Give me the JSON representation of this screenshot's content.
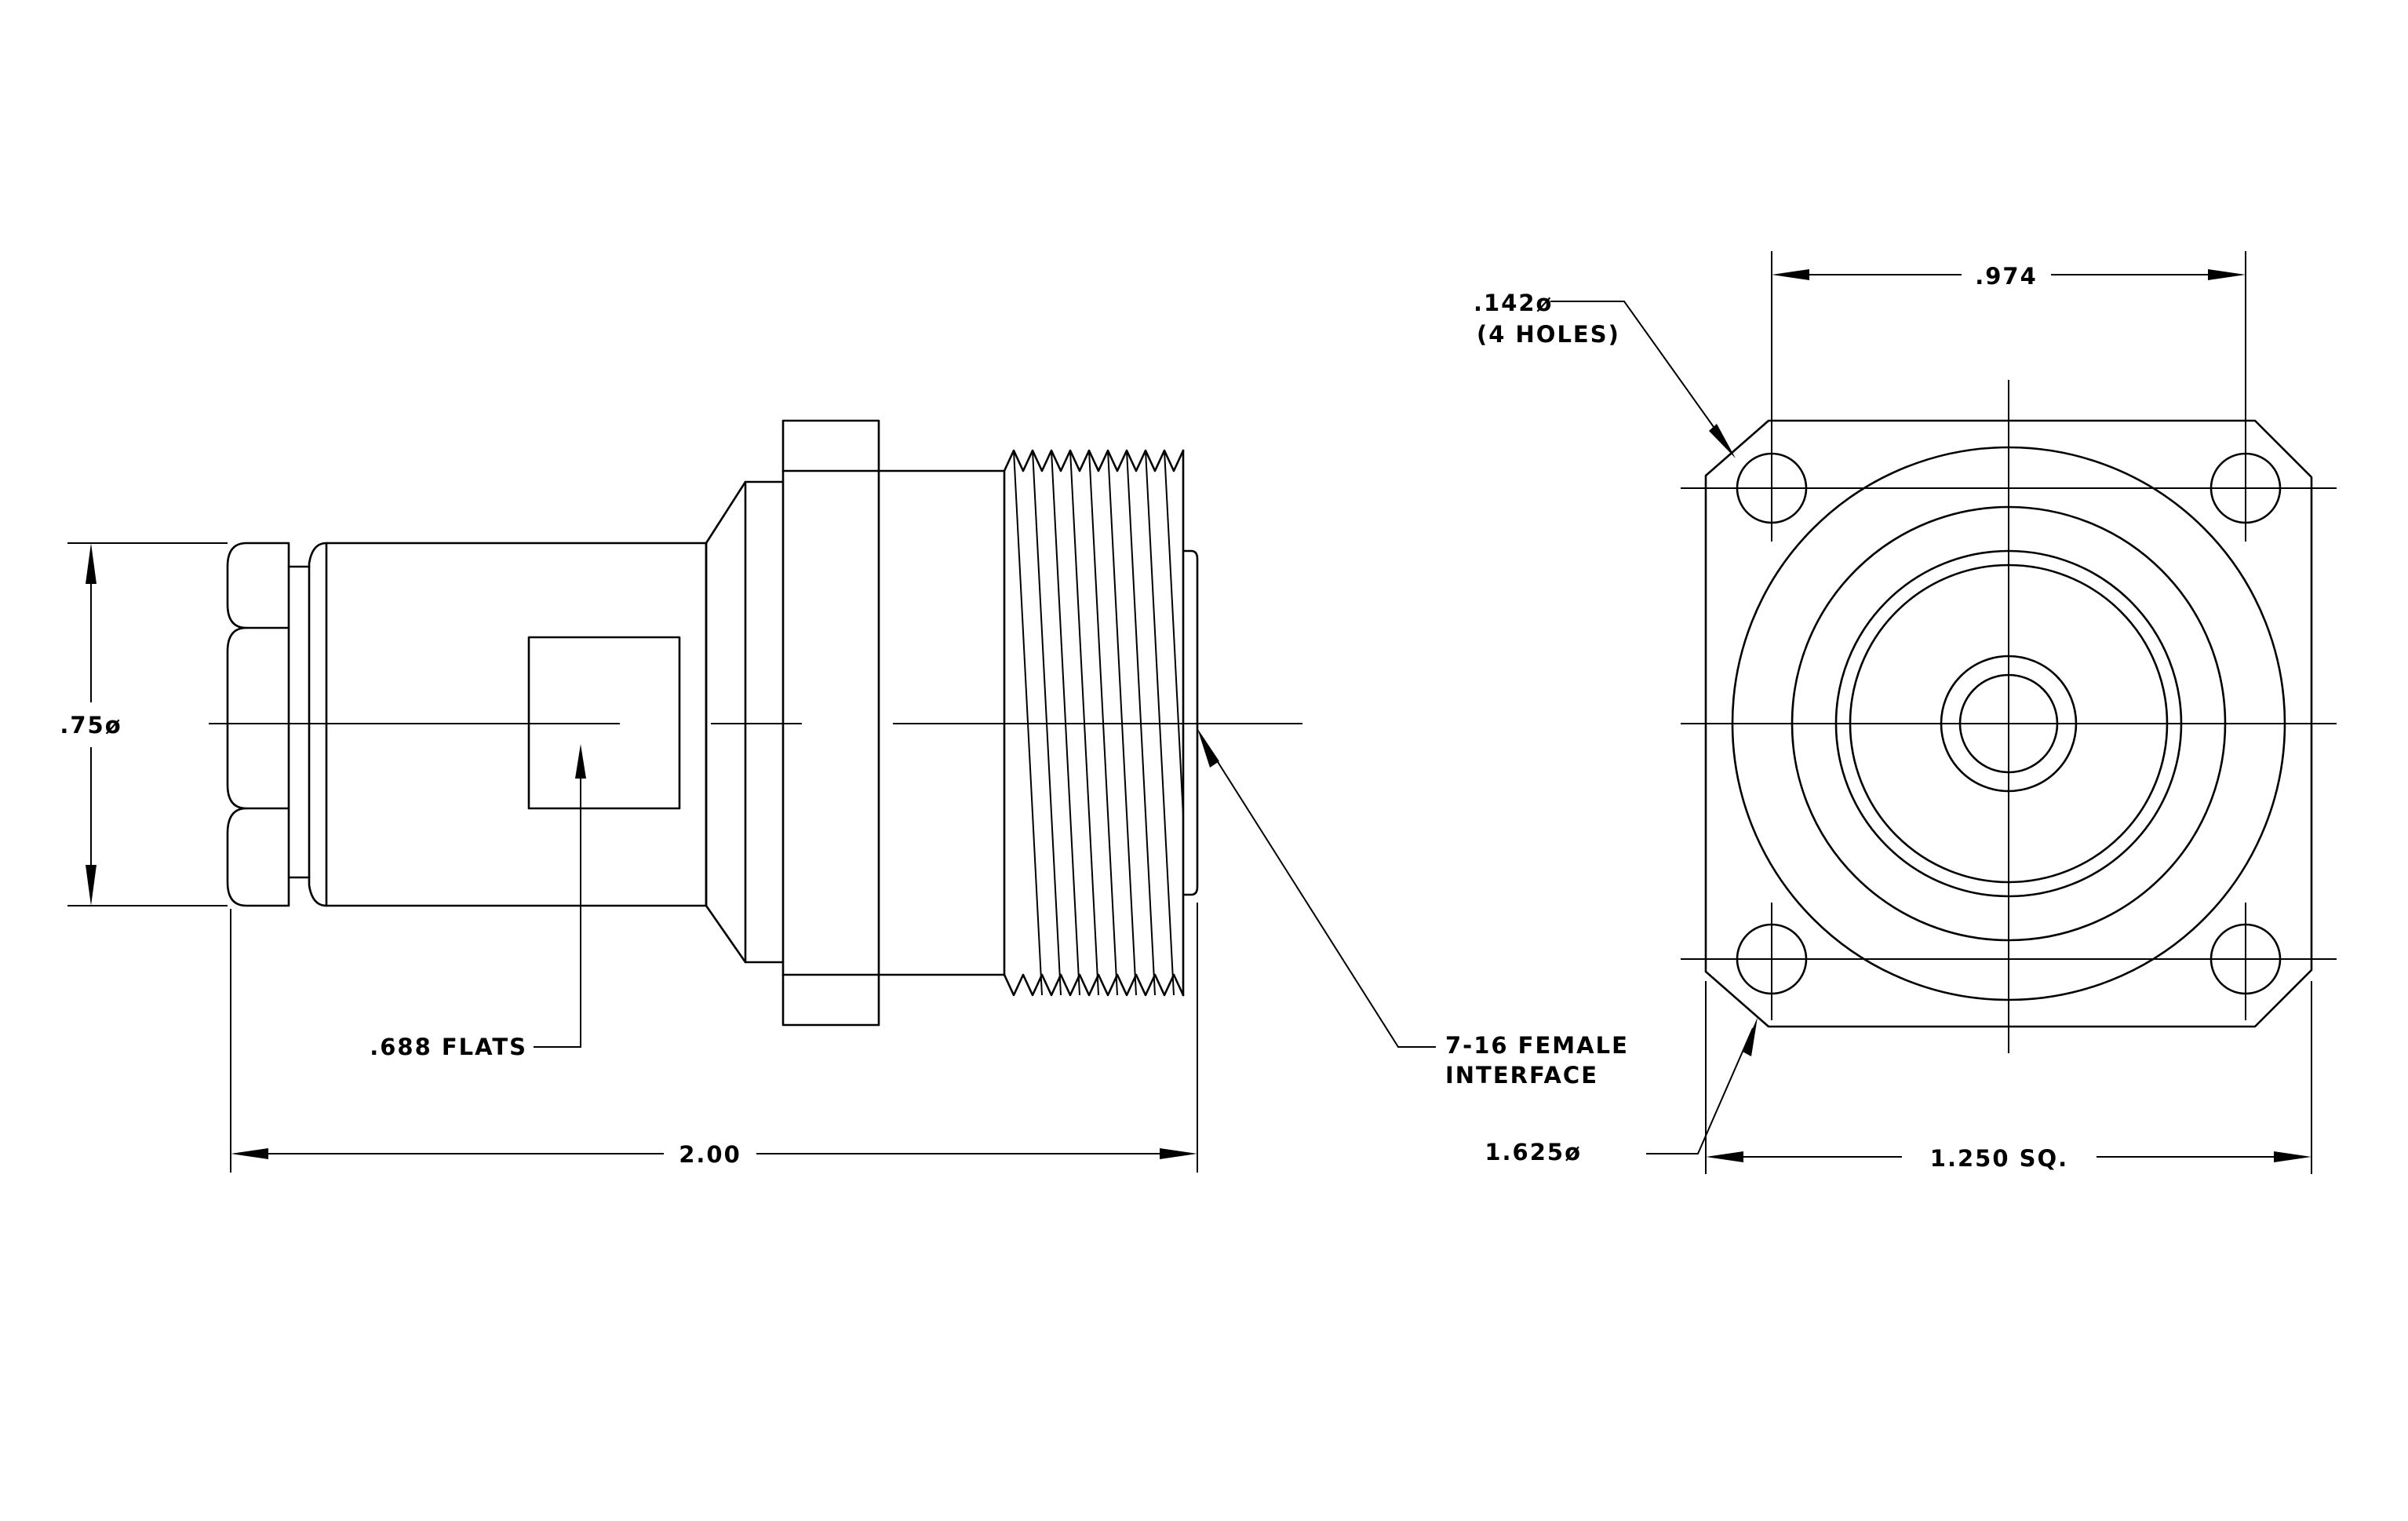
{
  "dimensions": {
    "side_view": {
      "body_diameter": ".75ø",
      "flats": ".688 FLATS",
      "overall_length": "2.00",
      "interface_line1": "7-16 FEMALE",
      "interface_line2": "INTERFACE"
    },
    "front_view": {
      "hole_spacing": ".974",
      "hole_size_line1": ".142ø",
      "hole_size_line2": "(4 HOLES)",
      "flange_diameter": "1.625ø",
      "flange_square": "1.250 SQ."
    }
  }
}
